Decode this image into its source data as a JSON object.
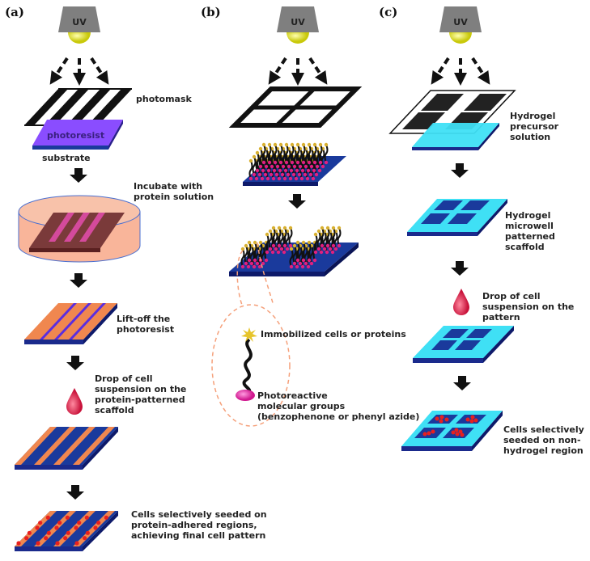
{
  "panels": {
    "a": {
      "label": "(a)",
      "uv": "UV",
      "photomask": "photomask",
      "photoresist": "photoresist",
      "substrate": "substrate",
      "step_incubate": "Incubate with\nprotein solution",
      "step_liftoff": "Lift-off the\nphotoresist",
      "step_drop": "Drop of cell\nsuspension on the\nprotein-patterned\nscaffold",
      "step_final": "Cells selectively seeded on\nprotein-adhered regions,\nachieving final cell pattern"
    },
    "b": {
      "label": "(b)",
      "uv": "UV",
      "legend_cells": "Immobilized cells or proteins",
      "legend_groups": "Photoreactive\nmolecular groups\n(benzophenone or phenyl azide)"
    },
    "c": {
      "label": "(c)",
      "uv": "UV",
      "step_precursor": "Hydrogel\nprecursor\nsolution",
      "step_microwell": "Hydrogel\nmicrowell\npatterned\nscaffold",
      "step_drop": "Drop of cell\nsuspension on the\npattern",
      "step_final": "Cells selectively\nseeded on non-\nhydrogel region"
    }
  },
  "colors": {
    "photoresist": "#8a4dff",
    "substrate": "#1a3a9c",
    "protein": "#f0874f",
    "hydrogel": "#3fe0f5",
    "cell": "#e8201e",
    "uv_lamp": "#808080",
    "uv_bulb": "#e8e82a",
    "dish": "#f9b59a",
    "droplet": "#e23a5a"
  }
}
